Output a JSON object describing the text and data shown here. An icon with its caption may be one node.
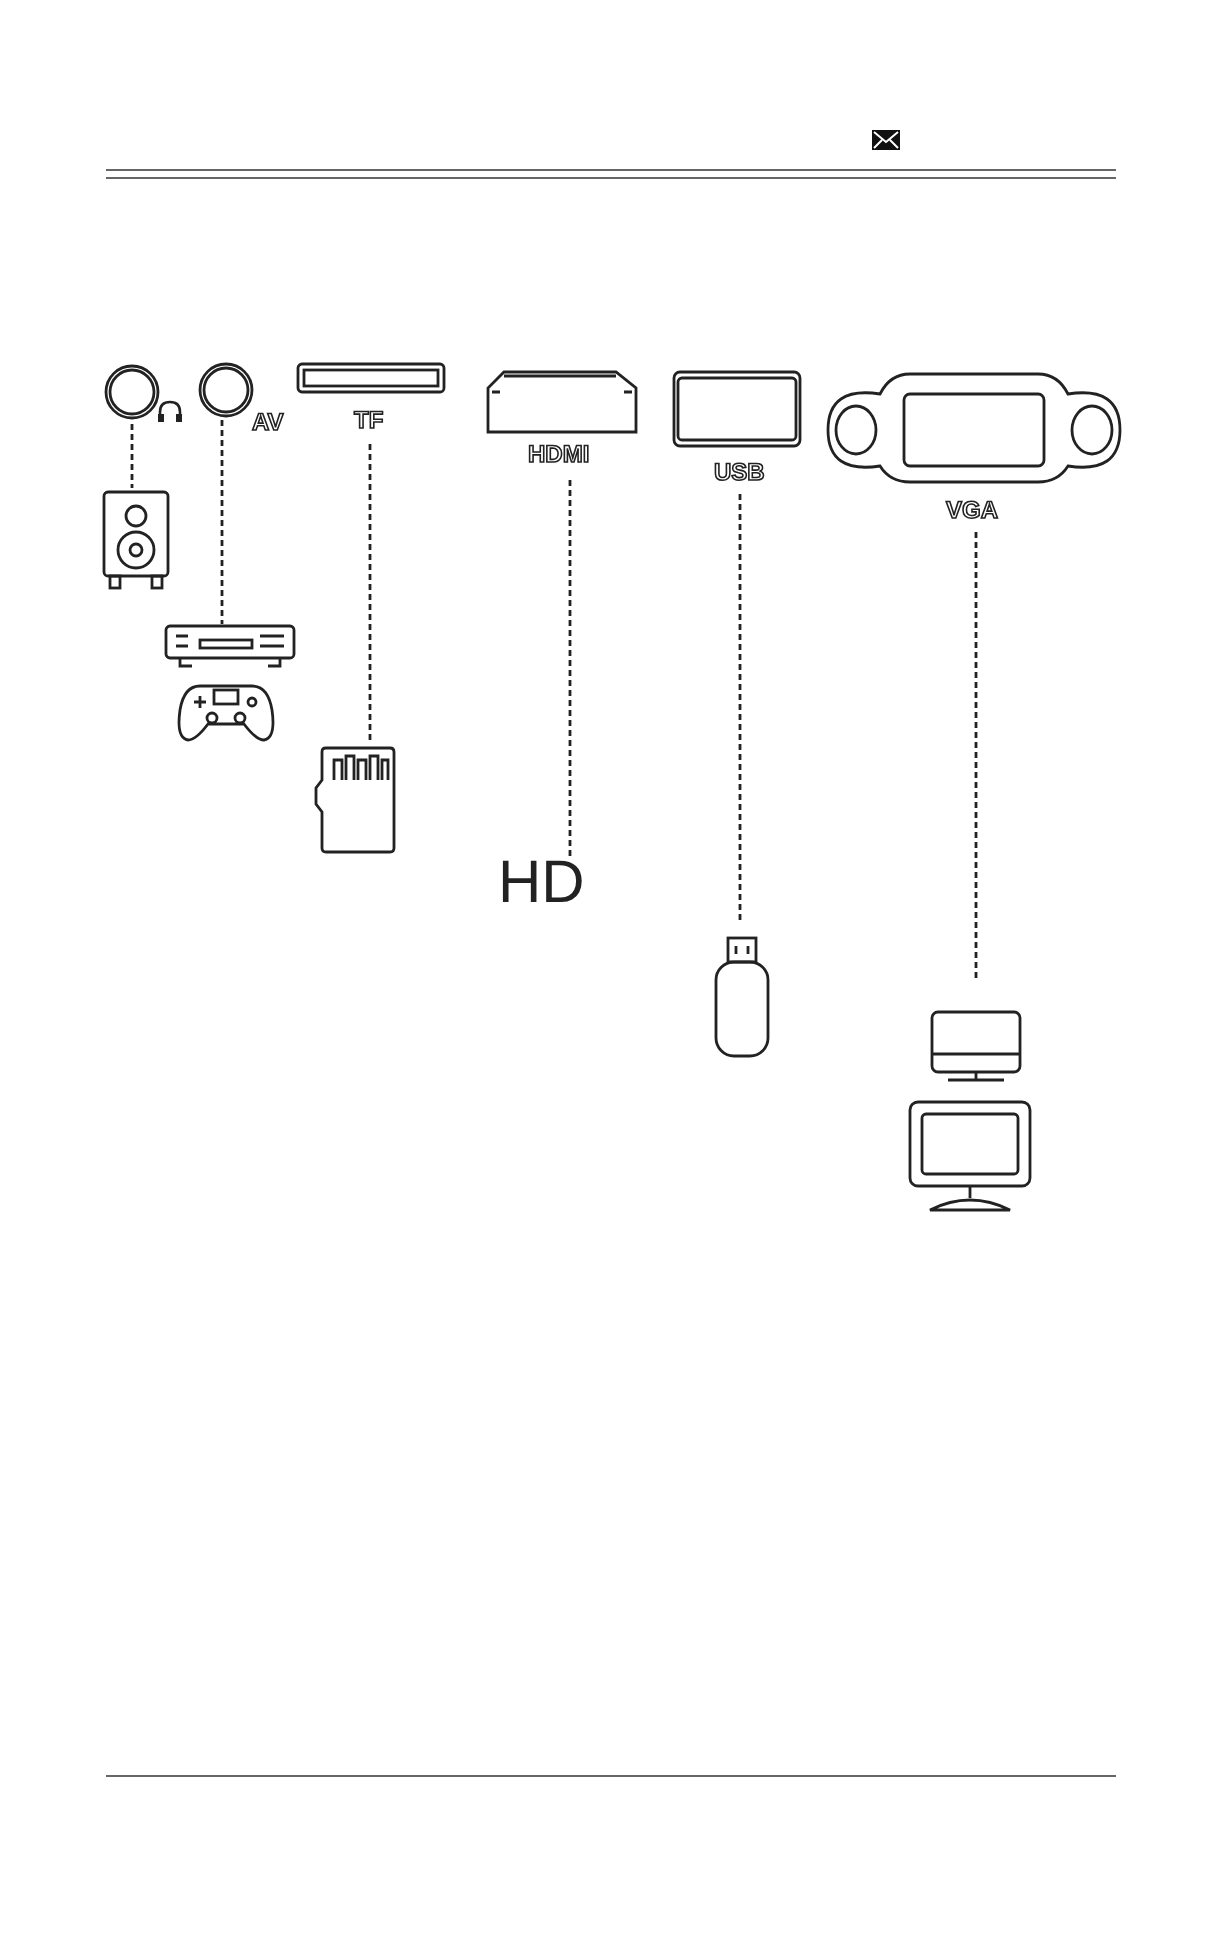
{
  "diagram": {
    "nodes": [
      {
        "text": [],
        "shape": "circle"
      },
      {
        "text": [
          "AV"
        ]
      },
      {
        "text": [
          "TF"
        ]
      },
      {
        "text": [
          "HDMI"
        ]
      },
      {
        "text": [
          "USB"
        ]
      },
      {
        "text": [
          "VGA"
        ]
      },
      {
        "text": [],
        "shape": "speaker"
      },
      {
        "text": [],
        "shape": "player"
      },
      {
        "text": [],
        "shape": "gamepad"
      },
      {
        "text": [],
        "shape": "card"
      },
      {
        "text": [
          "HD"
        ]
      },
      {
        "text": [],
        "shape": "drive"
      },
      {
        "text": [],
        "shape": "monitor"
      },
      {
        "text": [],
        "shape": "monitor"
      }
    ],
    "edges": [
      {
        "from": 0,
        "to": 6,
        "arrow": "none",
        "style": "dashed"
      },
      {
        "from": 1,
        "to": 7,
        "arrow": "none",
        "style": "dashed"
      },
      {
        "from": 2,
        "to": 9,
        "arrow": "none",
        "style": "dashed"
      },
      {
        "from": 3,
        "to": 10,
        "arrow": "none",
        "style": "dashed"
      },
      {
        "from": 4,
        "to": 11,
        "arrow": "none",
        "style": "dashed"
      },
      {
        "from": 5,
        "to": 12,
        "arrow": "none",
        "style": "dashed"
      }
    ]
  }
}
